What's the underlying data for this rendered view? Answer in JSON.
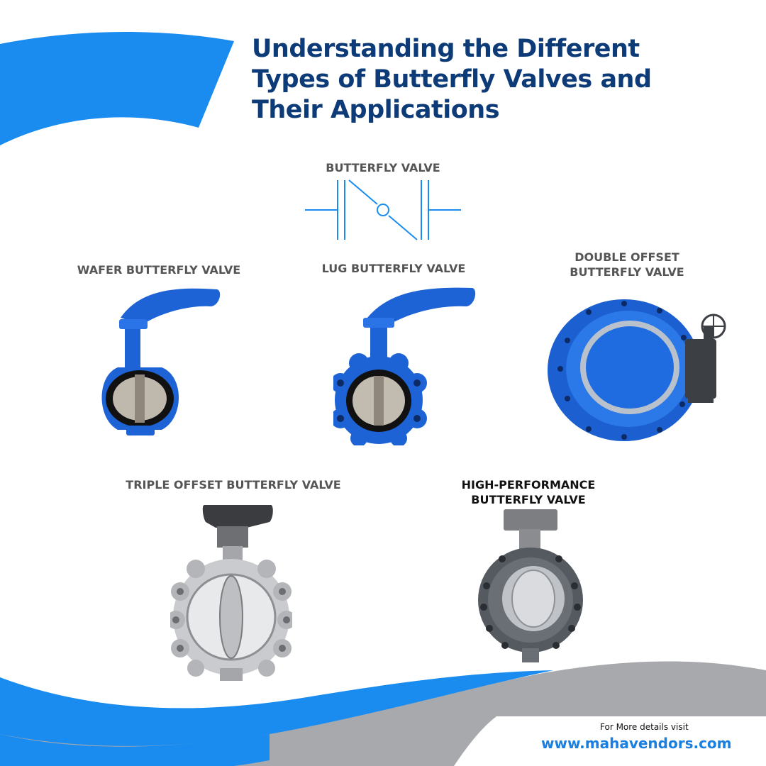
{
  "title": {
    "line1": "Understanding the Different",
    "line2": "Types of Butterfly Valves and",
    "line3": "Their Applications"
  },
  "symbol": {
    "label": "BUTTERFLY VALVE",
    "icon": "butterfly-valve-symbol-icon"
  },
  "valves": [
    {
      "label": "WAFER BUTTERFLY VALVE",
      "icon": "wafer-butterfly-valve-icon"
    },
    {
      "label": "LUG BUTTERFLY VALVE",
      "icon": "lug-butterfly-valve-icon"
    },
    {
      "label_line1": "DOUBLE OFFSET",
      "label_line2": "BUTTERFLY VALVE",
      "icon": "double-offset-butterfly-valve-icon"
    },
    {
      "label": "TRIPLE OFFSET BUTTERFLY VALVE",
      "icon": "triple-offset-butterfly-valve-icon"
    },
    {
      "label_line1": "HIGH-PERFORMANCE",
      "label_line2": "BUTTERFLY VALVE",
      "icon": "high-performance-butterfly-valve-icon"
    }
  ],
  "footer": {
    "note": "For More details visit",
    "url": "www.mahavendors.com"
  },
  "colors": {
    "title": "#0d3b78",
    "accent_blue": "#1a8cf0",
    "valve_blue": "#1e63d6",
    "gray_wave": "#a7a9ac",
    "label_gray": "#555555",
    "url": "#1a7fe0"
  }
}
